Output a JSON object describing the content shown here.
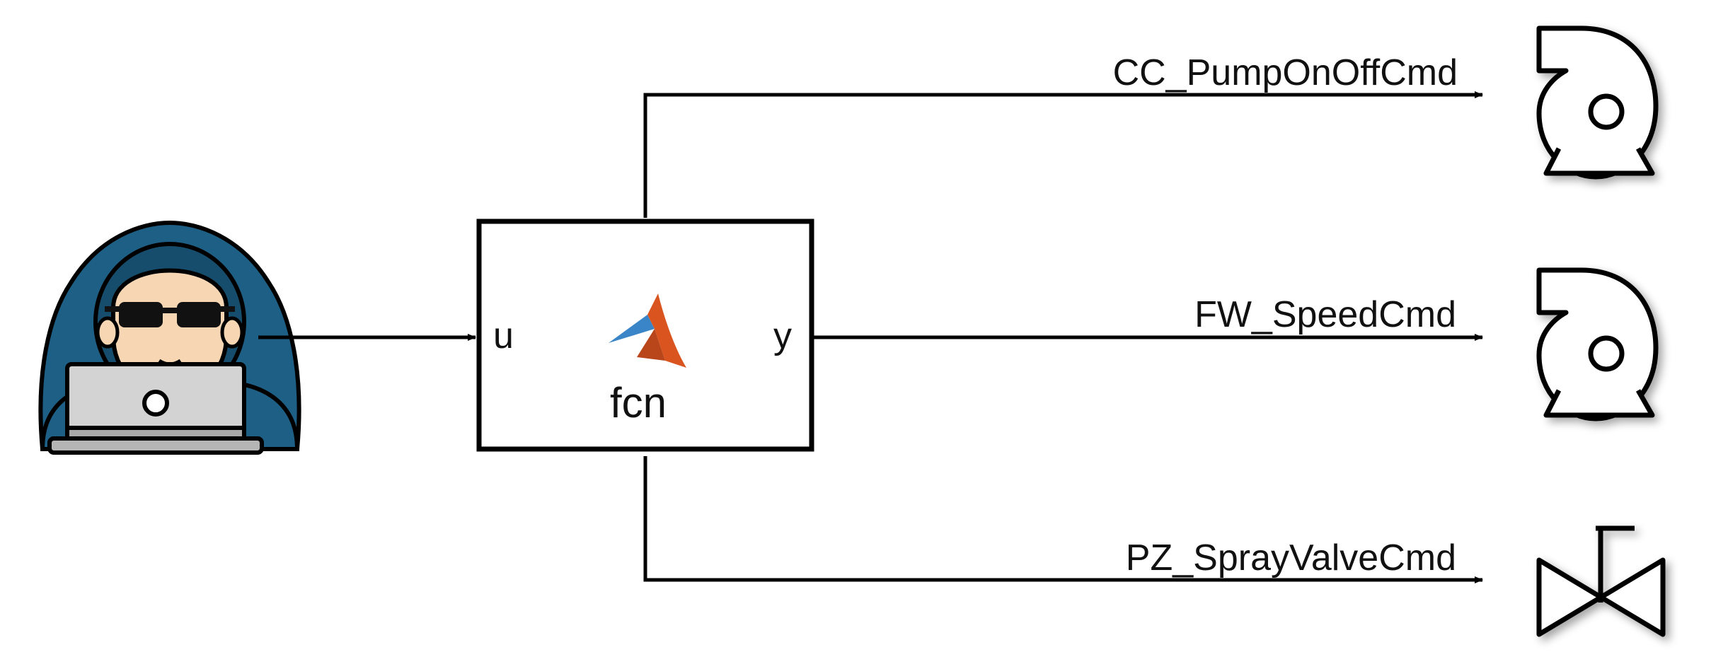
{
  "block": {
    "name": "fcn",
    "input_port": "u",
    "output_port": "y",
    "icon": "matlab-logo-icon"
  },
  "source": {
    "icon": "hacker-icon"
  },
  "signals": [
    {
      "label": "CC_PumpOnOffCmd",
      "target_icon": "pump-icon"
    },
    {
      "label": "FW_SpeedCmd",
      "target_icon": "pump-icon"
    },
    {
      "label": "PZ_SprayValveCmd",
      "target_icon": "valve-icon"
    }
  ],
  "colors": {
    "hood": "#1d5f85",
    "hood_dark": "#174d6c",
    "skin": "#f6d6b3",
    "laptop": "#d3d3d3",
    "matlab_orange": "#d9541e",
    "matlab_blue": "#3a85c8"
  }
}
